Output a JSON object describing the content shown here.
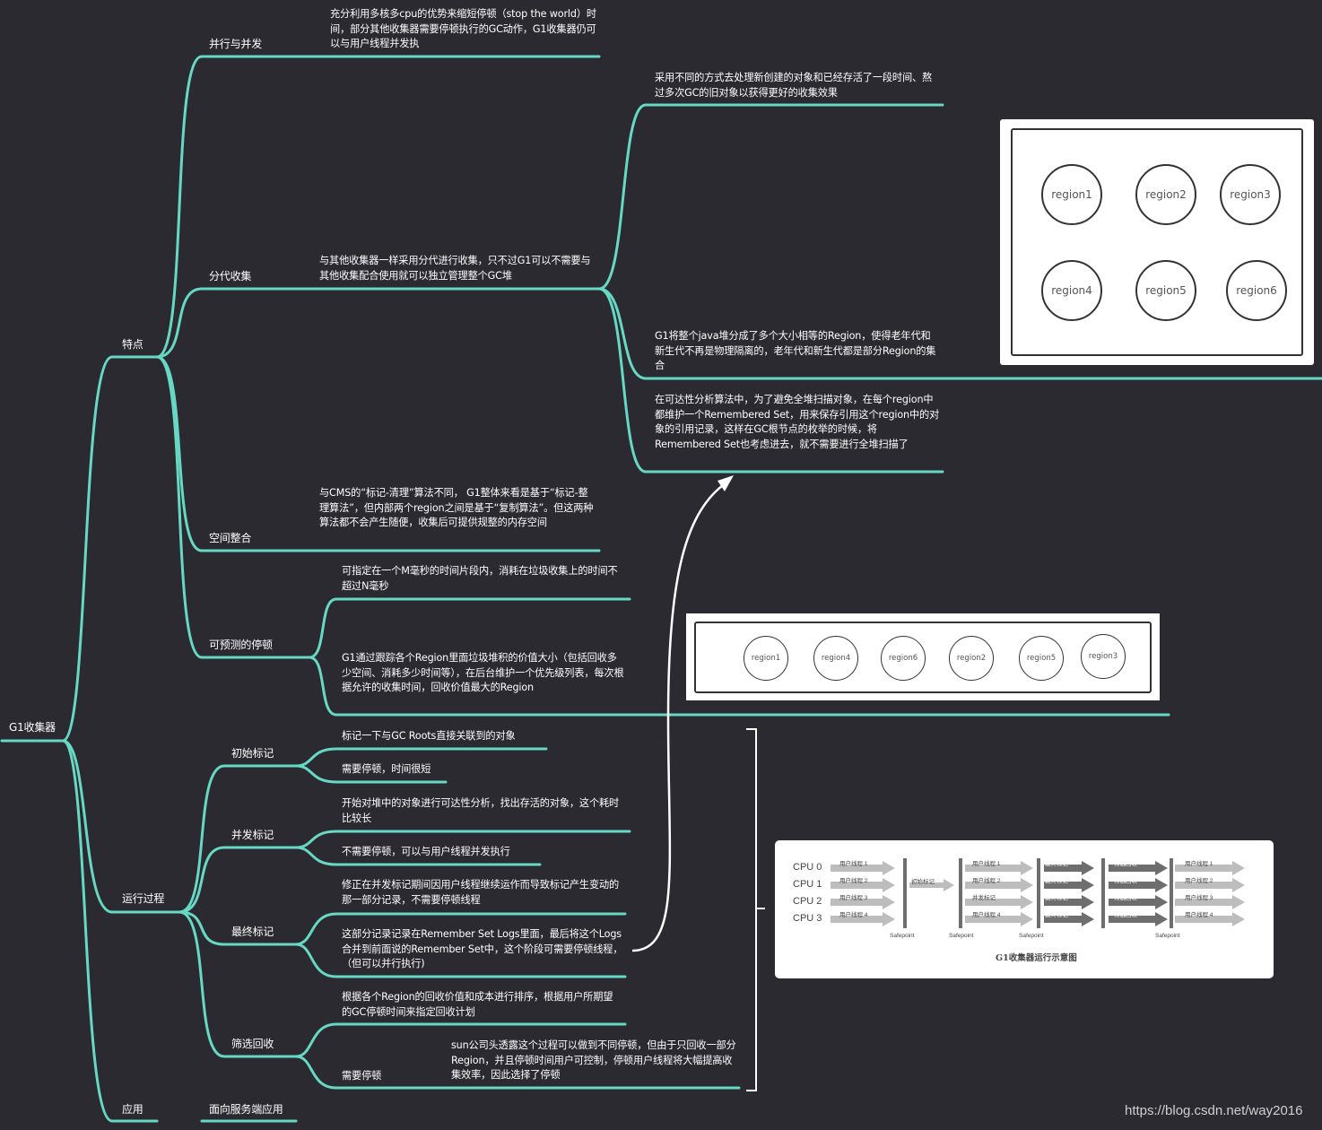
{
  "root": "G1收集器",
  "features": {
    "label": "特点",
    "parallel": {
      "label": "并行与并发",
      "text": "充分利用多核多cpu的优势来缩短停顿（stop the world）时间，部分其他收集器需要停顿执行的GC动作，G1收集器仍可以与用户线程并发执"
    },
    "generational": {
      "label": "分代收集",
      "text": "与其他收集器一样采用分代进行收集，只不过G1可以不需要与其他收集配合使用就可以独立管理整个GC堆",
      "sub1": "采用不同的方式去处理新创建的对象和已经存活了一段时间、熬过多次GC的旧对象以获得更好的收集效果",
      "sub2": "G1将整个java堆分成了多个大小相等的Region，使得老年代和新生代不再是物理隔离的，老年代和新生代都是部分Region的集合",
      "sub3": "在可达性分析算法中，为了避免全堆扫描对象，在每个region中都维护一个Remembered Set，用来保存引用这个region中的对象的引用记录，这样在GC根节点的枚举的时候，将Remembered Set也考虑进去，就不需要进行全堆扫描了",
      "regions": [
        "region1",
        "region2",
        "region3",
        "region4",
        "region5",
        "region6"
      ]
    },
    "compaction": {
      "label": "空间整合",
      "text": "与CMS的“标记-清理”算法不同， G1整体来看是基于“标记-整理算法”，但内部两个region之间是基于“复制算法”。但这两种算法都不会产生随便，收集后可提供规整的内存空间"
    },
    "predictable": {
      "label": "可预测的停顿",
      "text1": "可指定在一个M毫秒的时间片段内，消耗在垃圾收集上的时间不超过N毫秒",
      "text2": "G1通过跟踪各个Region里面垃圾堆积的价值大小（包括回收多少空间、消耗多少时间等），在后台维护一个优先级列表，每次根据允许的收集时间，回收价值最大的Region",
      "regions": [
        "region1",
        "region4",
        "region6",
        "region2",
        "region5",
        "region3"
      ]
    }
  },
  "process": {
    "label": "运行过程",
    "initial": {
      "label": "初始标记",
      "text1": "标记一下与GC Roots直接关联到的对象",
      "text2": "需要停顿，时间很短"
    },
    "concurrent": {
      "label": "并发标记",
      "text1": "开始对堆中的对象进行可达性分析，找出存活的对象，这个耗时比较长",
      "text2": "不需要停顿，可以与用户线程并发执行"
    },
    "final": {
      "label": "最终标记",
      "text1": "修正在并发标记期间因用户线程继续运作而导致标记产生变动的那一部分记录，不需要停顿线程",
      "text2": "这部分记录记录在Remember Set Logs里面，最后将这个Logs合并到前面说的Remember Set中，这个阶段可需要停顿线程，（但可以并行执行)"
    },
    "screening": {
      "label": "筛选回收",
      "text1": "根据各个Region的回收价值和成本进行排序，根据用户所期望的GC停顿时间来指定回收计划",
      "sublabel": "需要停顿",
      "text2": "sun公司头透露这个过程可以做到不同停顿，但由于只回收一部分Region，并且停顿时间用户可控制，停顿用户线程将大幅提高收集效率，因此选择了停顿"
    },
    "figure": {
      "cpus": [
        "CPU 0",
        "CPU 1",
        "CPU 2",
        "CPU 3"
      ],
      "threads": [
        "用户线程 1",
        "用户线程 2",
        "用户线程 3",
        "用户线程 4"
      ],
      "initial_mark": "初始标记",
      "concurrent_mark": "并发标记",
      "final_mark": "最终标记",
      "screening": "筛选回收",
      "safepoint": "Safepoint",
      "caption": "G1收集器运行示意图"
    }
  },
  "application": {
    "label": "应用",
    "text": "面向服务端应用"
  },
  "watermark": "https://blog.csdn.net/way2016",
  "colors": {
    "line": "#66d8c4",
    "background": "#2b2a30"
  }
}
